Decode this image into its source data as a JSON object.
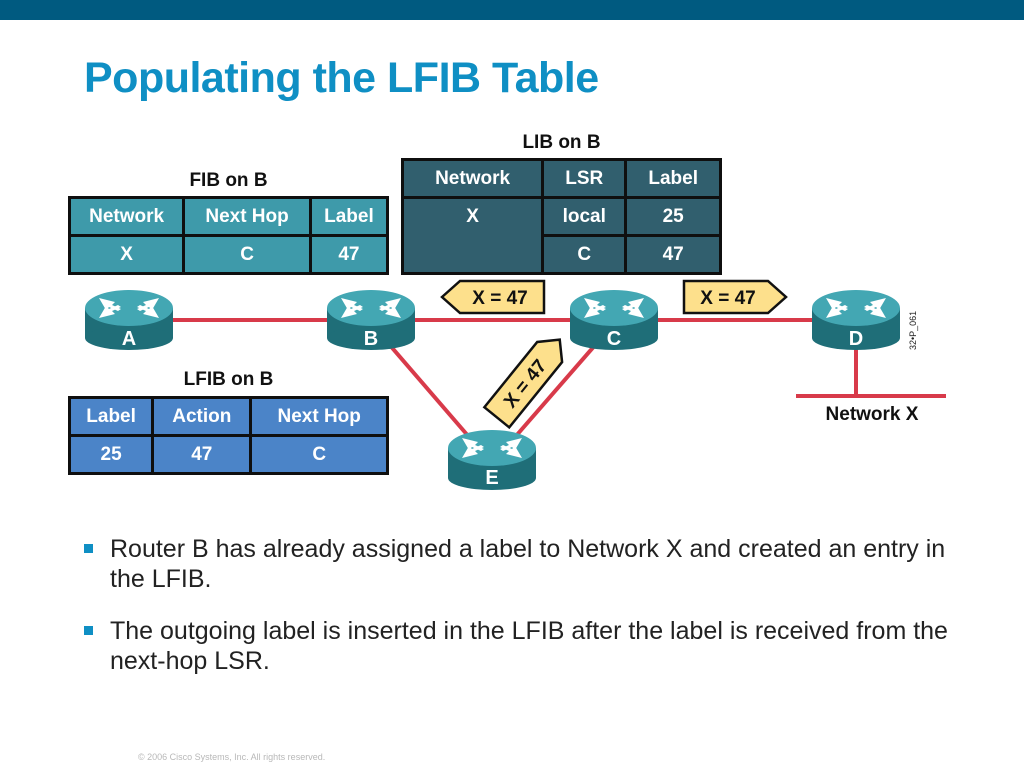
{
  "slide": {
    "title": "Populating the LFIB Table",
    "copyright": "© 2006 Cisco Systems, Inc. All rights reserved."
  },
  "colors": {
    "title": "#0f8fc4",
    "top_bar": "#005a80",
    "fib_table": "#3e9aaa",
    "lib_table": "#315f6e",
    "lfib_table": "#4b84c8",
    "link": "#d83a4a",
    "label_tag": "#fde08c",
    "router": "#2f8f9b"
  },
  "fib": {
    "caption": "FIB on B",
    "headers": [
      "Network",
      "Next Hop",
      "Label"
    ],
    "rows": [
      [
        "X",
        "C",
        "47"
      ]
    ]
  },
  "lib": {
    "caption": "LIB on B",
    "headers": [
      "Network",
      "LSR",
      "Label"
    ],
    "network": "X",
    "rows": [
      [
        "local",
        "25"
      ],
      [
        "C",
        "47"
      ]
    ]
  },
  "lfib": {
    "caption": "LFIB on B",
    "headers": [
      "Label",
      "Action",
      "Next Hop"
    ],
    "rows": [
      [
        "25",
        "47",
        "C"
      ]
    ]
  },
  "diagram": {
    "routers": [
      "A",
      "B",
      "C",
      "D",
      "E"
    ],
    "tags": [
      "X = 47",
      "X = 47",
      "X = 47"
    ],
    "network_label": "Network X",
    "figure_code": "32•P_061",
    "router_icon": "router-icon"
  },
  "bullets": [
    "Router B has already assigned a label to Network X and created an entry in the LFIB.",
    "The outgoing label is inserted in the LFIB after the label is received from the next-hop LSR."
  ]
}
